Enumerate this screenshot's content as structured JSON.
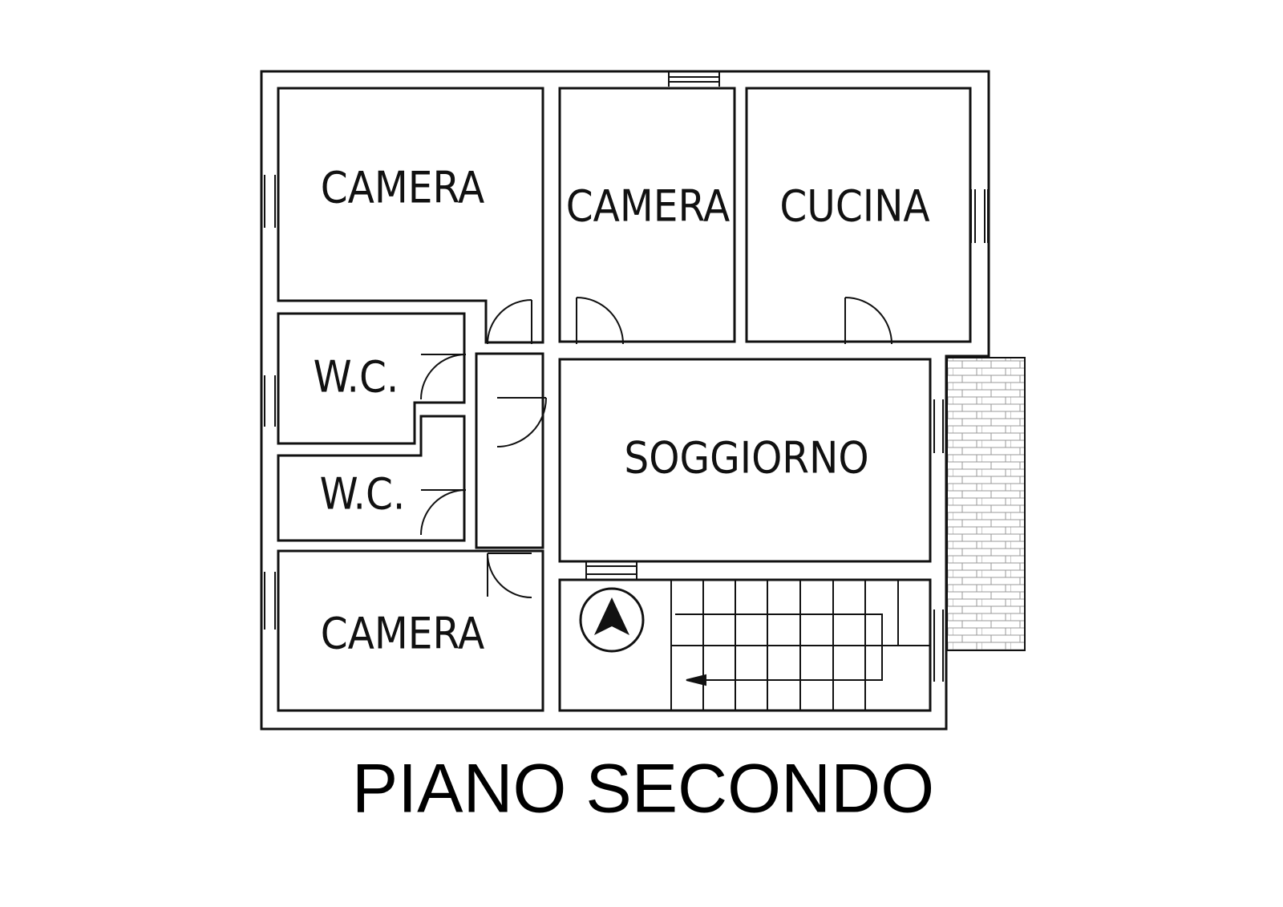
{
  "title": "PIANO SECONDO",
  "rooms": {
    "camera_top_left": "CAMERA",
    "camera_top_middle": "CAMERA",
    "cucina": "CUCINA",
    "wc_upper": "W.C.",
    "wc_lower": "W.C.",
    "soggiorno": "SOGGIORNO",
    "camera_bottom_left": "CAMERA"
  },
  "north_arrow_icon": "north-arrow-icon",
  "terrace_pattern": "brick-hatch"
}
